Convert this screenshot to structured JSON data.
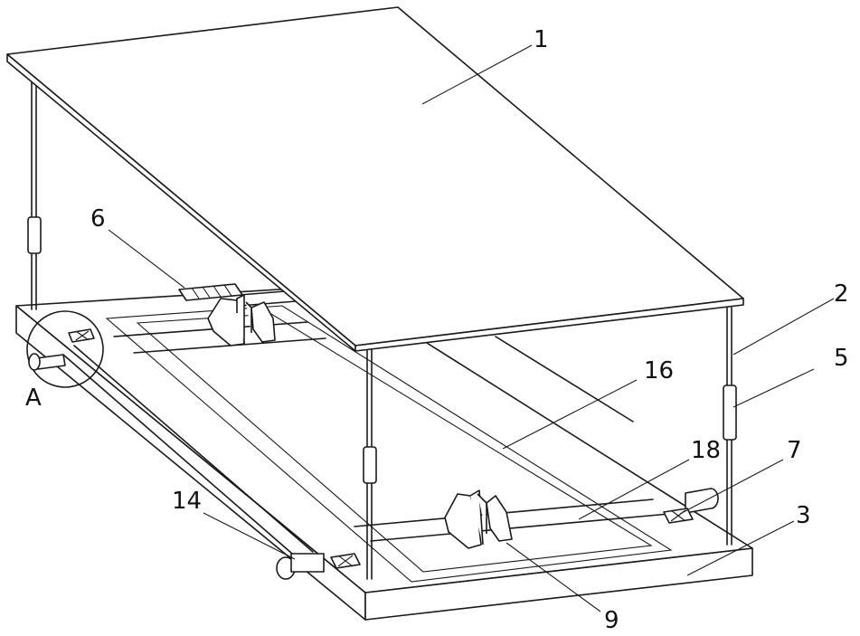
{
  "labels": {
    "top_plate": "1",
    "support_rod": "2",
    "base": "3",
    "sleeve": "5",
    "display": "6",
    "clip": "7",
    "clamp": "9",
    "pipe": "14",
    "groove": "16",
    "rail": "18",
    "detail": "A"
  }
}
